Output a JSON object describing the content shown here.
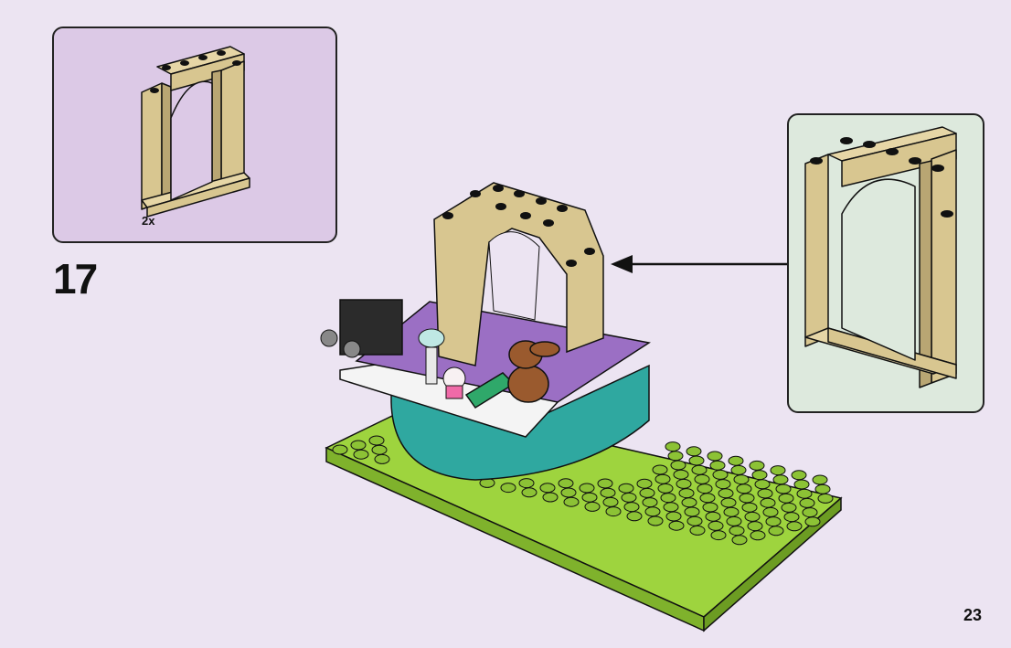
{
  "parts_list": {
    "quantity": "2x",
    "part": "tan-arch-window-frame-icon"
  },
  "step": {
    "number": "17"
  },
  "callout": {
    "part": "tan-arch-window-frame-icon"
  },
  "page": {
    "number": "23"
  },
  "colors": {
    "background": "#ece4f2",
    "parts_panel": "#dcc9e6",
    "callout_panel": "#dde9dd",
    "tan": "#d8c690",
    "lime": "#9ed43e",
    "teal": "#2fa8a0",
    "lavender": "#9b6fc4"
  }
}
